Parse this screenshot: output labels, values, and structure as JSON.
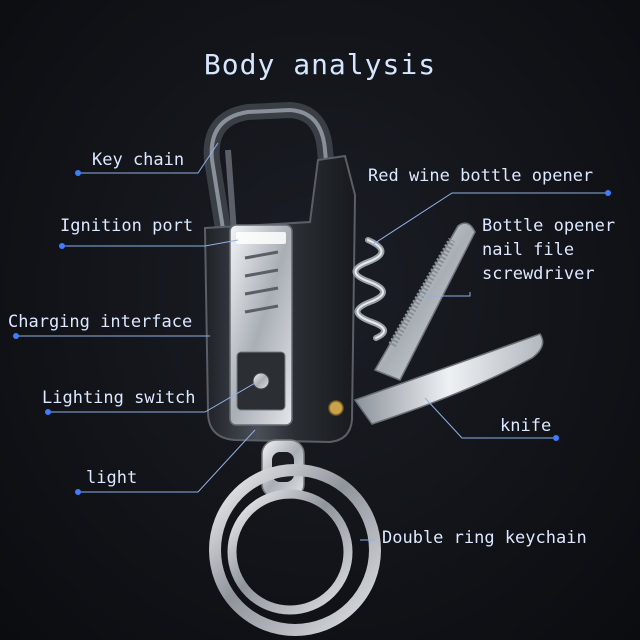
{
  "title": "Body analysis",
  "labels": {
    "key_chain": "Key chain",
    "ignition_port": "Ignition port",
    "charging_interface": "Charging interface",
    "lighting_switch": "Lighting switch",
    "light": "light",
    "red_wine_opener": "Red wine bottle opener",
    "bottle_opener_lines": [
      "Bottle opener",
      "nail file",
      "screwdriver"
    ],
    "knife": "knife",
    "double_ring": "Double ring keychain"
  },
  "colors": {
    "label_text": "#dce8ff",
    "leader_line": "#8fb0e6",
    "dot": "#3f7dff",
    "body_dark": "#2f3238",
    "body_metal": "#9aa0a8"
  }
}
